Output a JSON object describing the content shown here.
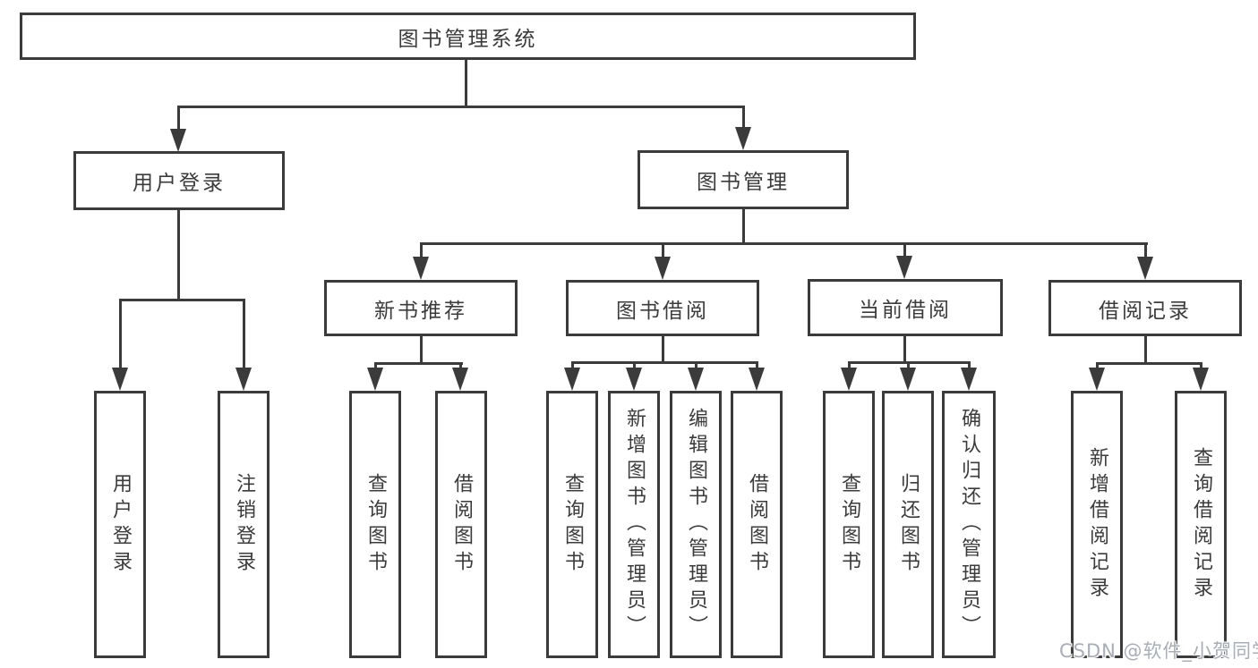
{
  "colors": {
    "line": "#3b3b3b",
    "text": "#3b3b3b",
    "background": "#ffffff",
    "watermark_color": "#a8aeb6"
  },
  "watermark": "CSDN @软件_小贺同学",
  "tree": {
    "root": {
      "label": "图书管理系统"
    },
    "user_login": {
      "label": "用户登录",
      "children": {
        "login": "用户登录",
        "logout": "注销登录"
      }
    },
    "book_mgmt": {
      "label": "图书管理",
      "children": {
        "new_rec": {
          "label": "新书推荐",
          "children": {
            "query": "查询图书",
            "borrow": "借阅图书"
          }
        },
        "borrowing": {
          "label": "图书借阅",
          "children": {
            "query": "查询图书",
            "add": "新增图书（管理员）",
            "edit": "编辑图书（管理员）",
            "borrow": "借阅图书"
          }
        },
        "current": {
          "label": "当前借阅",
          "children": {
            "query": "查询图书",
            "return": "归还图书",
            "confirm": "确认归还（管理员）"
          }
        },
        "records": {
          "label": "借阅记录",
          "children": {
            "add": "新增借阅记录",
            "query": "查询借阅记录"
          }
        }
      }
    }
  }
}
